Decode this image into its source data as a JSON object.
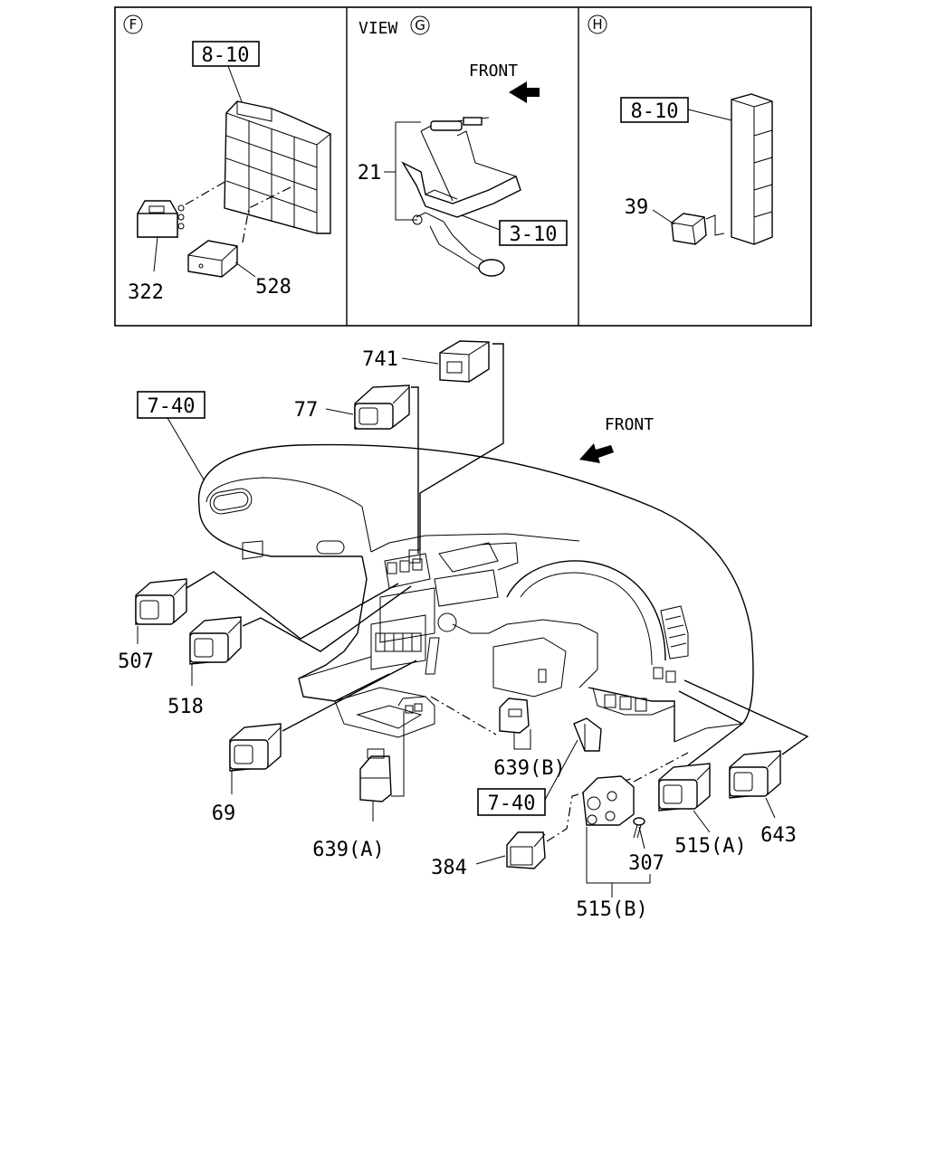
{
  "panels": {
    "f": {
      "marker": "F",
      "ref_box": "8-10",
      "parts": [
        "322",
        "528"
      ]
    },
    "g": {
      "title": "VIEW",
      "marker": "G",
      "front": "FRONT",
      "ref_box": "3-10",
      "parts": [
        "21"
      ]
    },
    "h": {
      "marker": "H",
      "ref_box": "8-10",
      "parts": [
        "39"
      ]
    }
  },
  "main": {
    "front": "FRONT",
    "ref_box_top": "7-40",
    "ref_box_mid": "7-40",
    "parts": {
      "p741": "741",
      "p77": "77",
      "p507": "507",
      "p518": "518",
      "p69": "69",
      "p639a": "639(A)",
      "p639b": "639(B)",
      "p384": "384",
      "p515b": "515(B)",
      "p307": "307",
      "p515a": "515(A)",
      "p643": "643"
    }
  },
  "colors": {
    "line": "#000000",
    "background": "#ffffff"
  }
}
